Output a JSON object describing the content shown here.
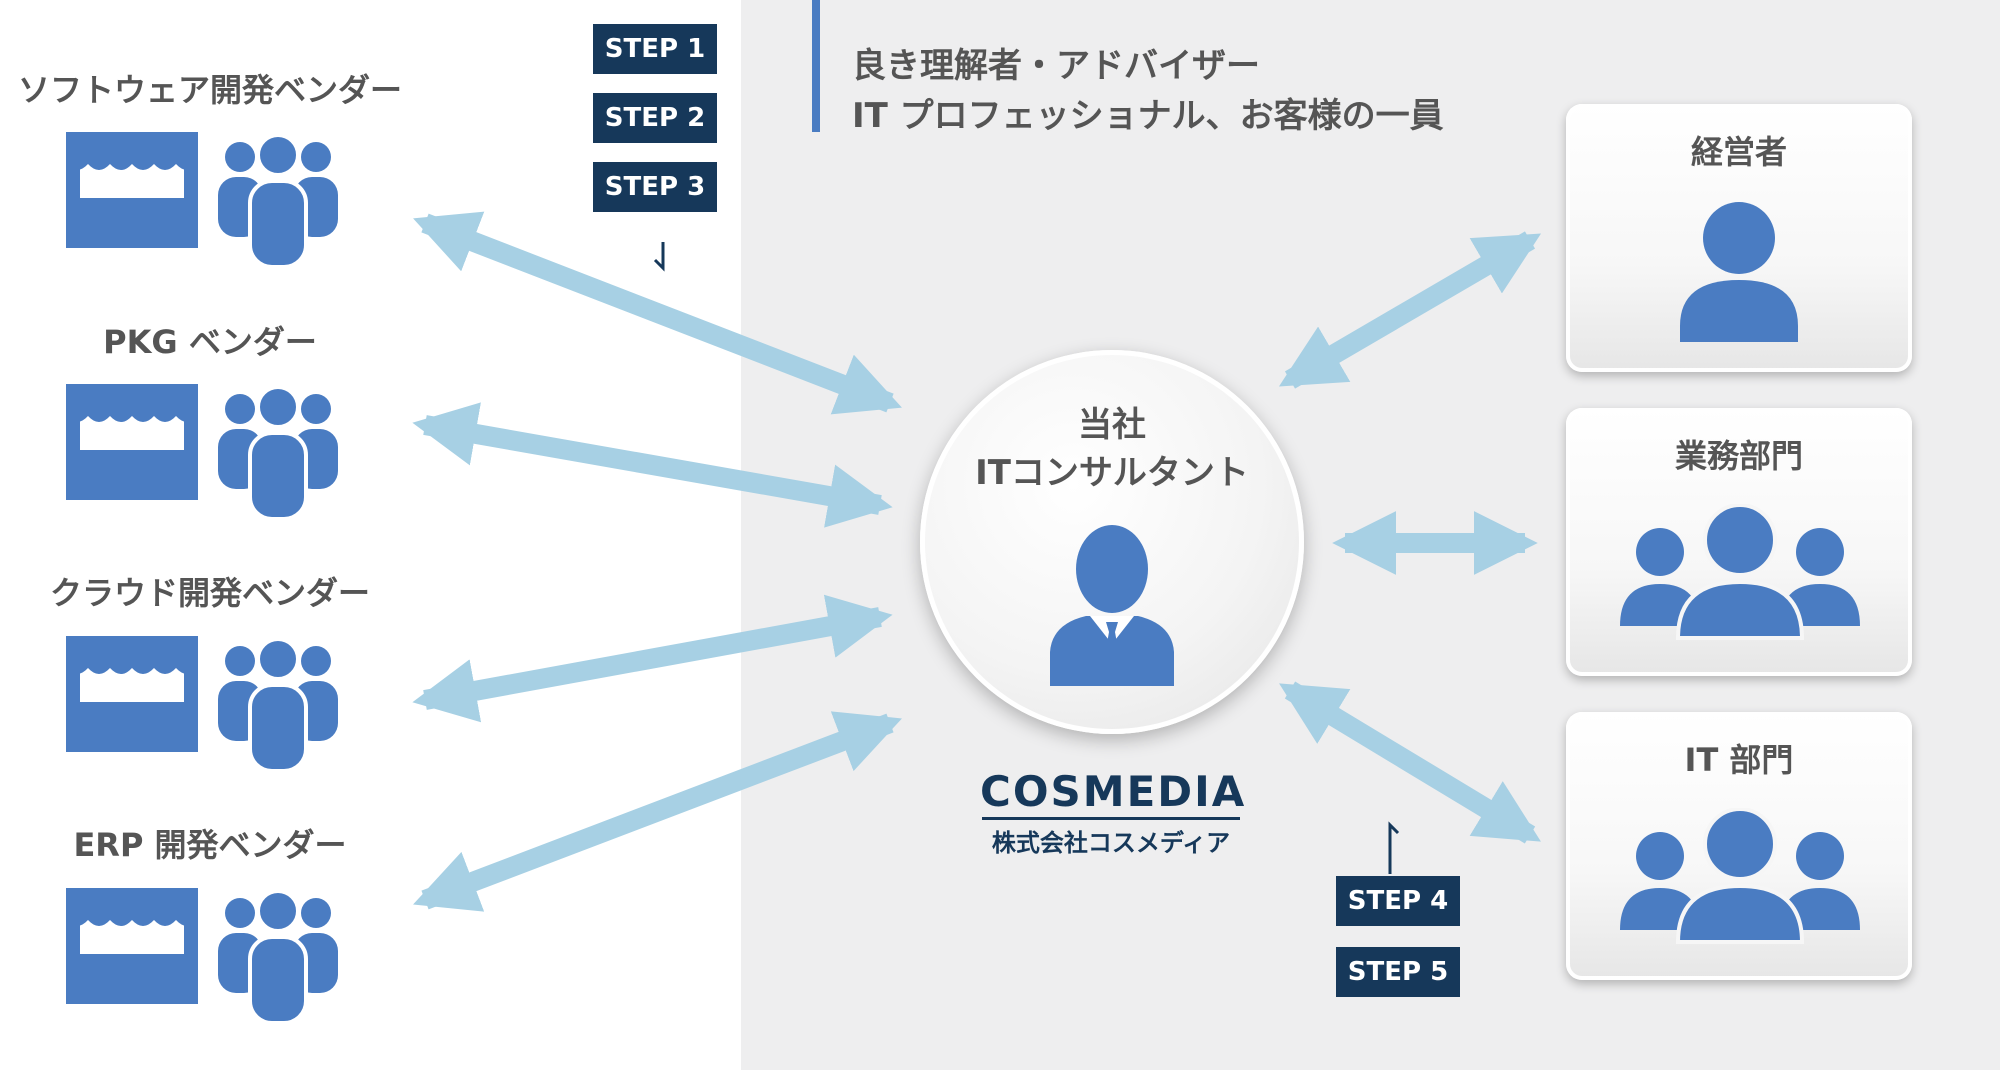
{
  "vendors": [
    {
      "label": "ソフトウェア開発ベンダー"
    },
    {
      "label": "PKG ベンダー"
    },
    {
      "label": "クラウド開発ベンダー"
    },
    {
      "label": "ERP 開発ベンダー"
    }
  ],
  "steps_top": [
    "STEP 1",
    "STEP 2",
    "STEP 3"
  ],
  "steps_bottom": [
    "STEP 4",
    "STEP 5"
  ],
  "advisor": {
    "line1": "良き理解者・アドバイザー",
    "line2": "IT プロフェッショナル、お客様の一員"
  },
  "consultant": {
    "line1": "当社",
    "line2": "ITコンサルタント"
  },
  "logo": {
    "name": "COSMEDIA",
    "company": "株式会社コスメディア"
  },
  "stakeholders": [
    {
      "label": "経営者",
      "icon": "person-icon"
    },
    {
      "label": "業務部門",
      "icon": "group-icon"
    },
    {
      "label": "IT 部門",
      "icon": "group-icon"
    }
  ],
  "colors": {
    "accent_blue": "#4a7cc2",
    "arrow_blue": "#a7d0e4",
    "navy": "#16385a",
    "panel_gray": "#eeeeef"
  }
}
